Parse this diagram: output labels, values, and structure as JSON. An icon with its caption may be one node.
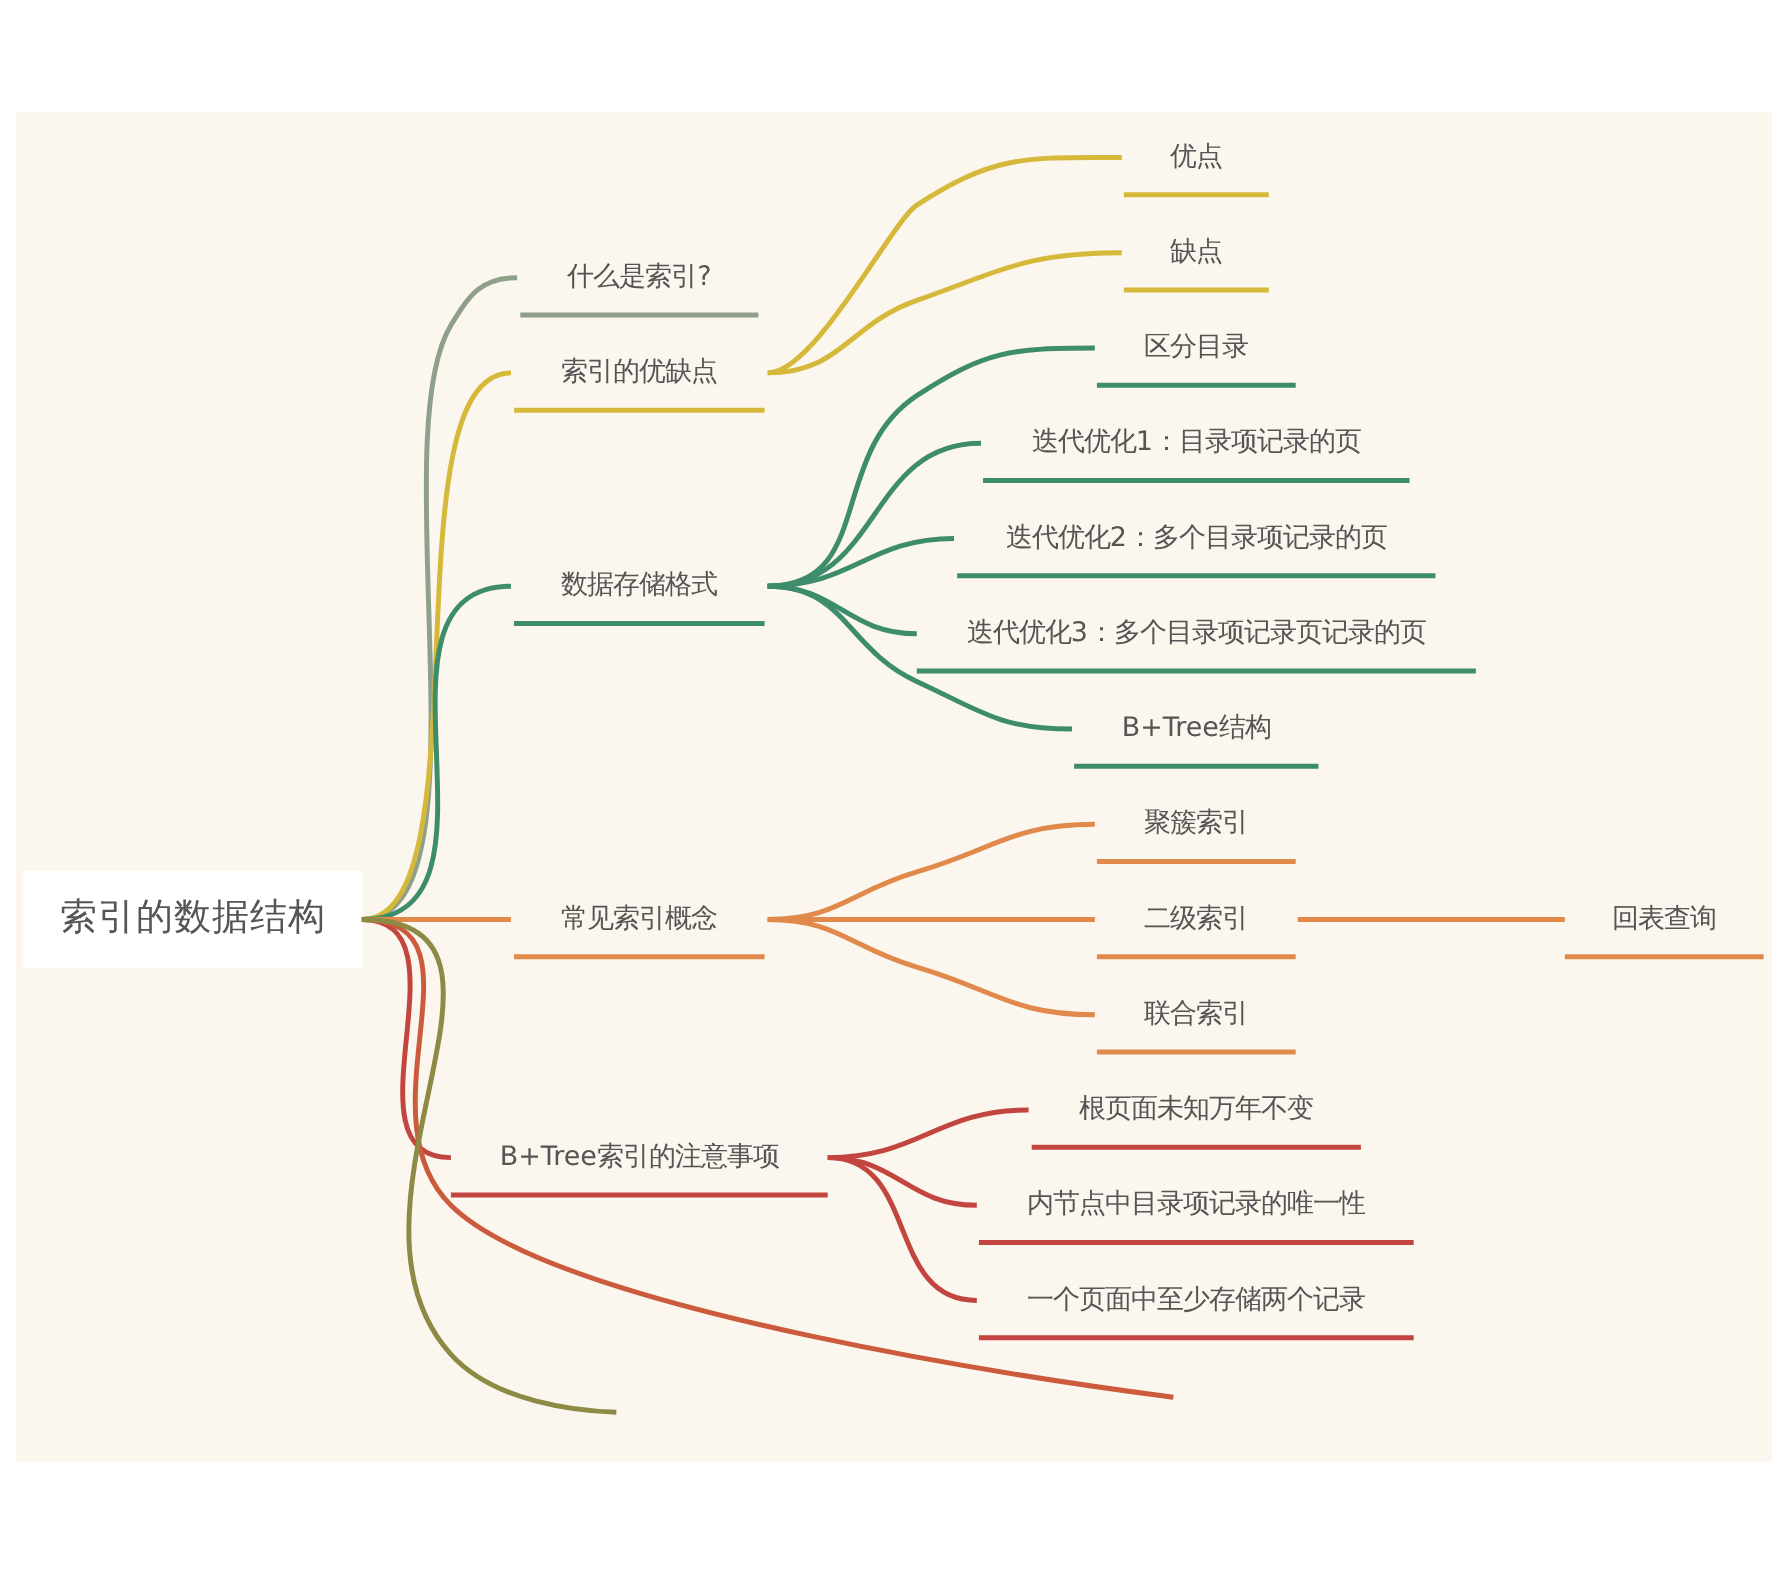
{
  "diagram": {
    "nodes": [
      {
        "text": [
          "索引的数据结构"
        ]
      },
      {
        "text": [
          "什么是索引?"
        ]
      },
      {
        "text": [
          "索引的优缺点"
        ]
      },
      {
        "text": [
          "优点"
        ]
      },
      {
        "text": [
          "缺点"
        ]
      },
      {
        "text": [
          "数据存储格式"
        ]
      },
      {
        "text": [
          "区分目录"
        ]
      },
      {
        "text": [
          "迭代优化1：目录项记录的页"
        ]
      },
      {
        "text": [
          "迭代优化2：多个目录项记录的页"
        ]
      },
      {
        "text": [
          "迭代优化3：多个目录项记录页记录的页"
        ]
      },
      {
        "text": [
          "B+Tree结构"
        ]
      },
      {
        "text": [
          "常见索引概念"
        ]
      },
      {
        "text": [
          "聚簇索引"
        ]
      },
      {
        "text": [
          "二级索引"
        ]
      },
      {
        "text": [
          "回表查询"
        ]
      },
      {
        "text": [
          "联合索引"
        ]
      },
      {
        "text": [
          "B+Tree索引的注意事项"
        ]
      },
      {
        "text": [
          "根页面未知万年不变"
        ]
      },
      {
        "text": [
          "内节点中目录项记录的唯一性"
        ]
      },
      {
        "text": [
          "一个页面中至少存储两个记录"
        ]
      }
    ],
    "edges": [
      {
        "from": 0,
        "to": 1,
        "arrow": "none",
        "color": "#8fa08a"
      },
      {
        "from": 0,
        "to": 2,
        "arrow": "none",
        "color": "#d6b83a"
      },
      {
        "from": 2,
        "to": 3,
        "arrow": "none",
        "color": "#d6b83a"
      },
      {
        "from": 2,
        "to": 4,
        "arrow": "none",
        "color": "#d6b83a"
      },
      {
        "from": 0,
        "to": 5,
        "arrow": "none",
        "color": "#3d8c6b"
      },
      {
        "from": 5,
        "to": 6,
        "arrow": "none",
        "color": "#3d8c6b"
      },
      {
        "from": 5,
        "to": 7,
        "arrow": "none",
        "color": "#3d8c6b"
      },
      {
        "from": 5,
        "to": 8,
        "arrow": "none",
        "color": "#3d8c6b"
      },
      {
        "from": 5,
        "to": 9,
        "arrow": "none",
        "color": "#3d8c6b"
      },
      {
        "from": 5,
        "to": 10,
        "arrow": "none",
        "color": "#3d8c6b"
      },
      {
        "from": 0,
        "to": 11,
        "arrow": "none",
        "color": "#e0894a"
      },
      {
        "from": 11,
        "to": 12,
        "arrow": "none",
        "color": "#e0894a"
      },
      {
        "from": 11,
        "to": 13,
        "arrow": "none",
        "color": "#e0894a"
      },
      {
        "from": 13,
        "to": 14,
        "arrow": "none",
        "color": "#e0894a"
      },
      {
        "from": 11,
        "to": 15,
        "arrow": "none",
        "color": "#e0894a"
      },
      {
        "from": 0,
        "to": 16,
        "arrow": "none",
        "color": "#c2463f"
      },
      {
        "from": 16,
        "to": 17,
        "arrow": "none",
        "color": "#c2463f"
      },
      {
        "from": 16,
        "to": 18,
        "arrow": "none",
        "color": "#c2463f"
      },
      {
        "from": 16,
        "to": 19,
        "arrow": "none",
        "color": "#c2463f"
      },
      {
        "from": 0,
        "to": null,
        "arrow": "none",
        "color": "#cc5a3c"
      },
      {
        "from": 0,
        "to": null,
        "arrow": "none",
        "color": "#8c8a45"
      }
    ]
  }
}
